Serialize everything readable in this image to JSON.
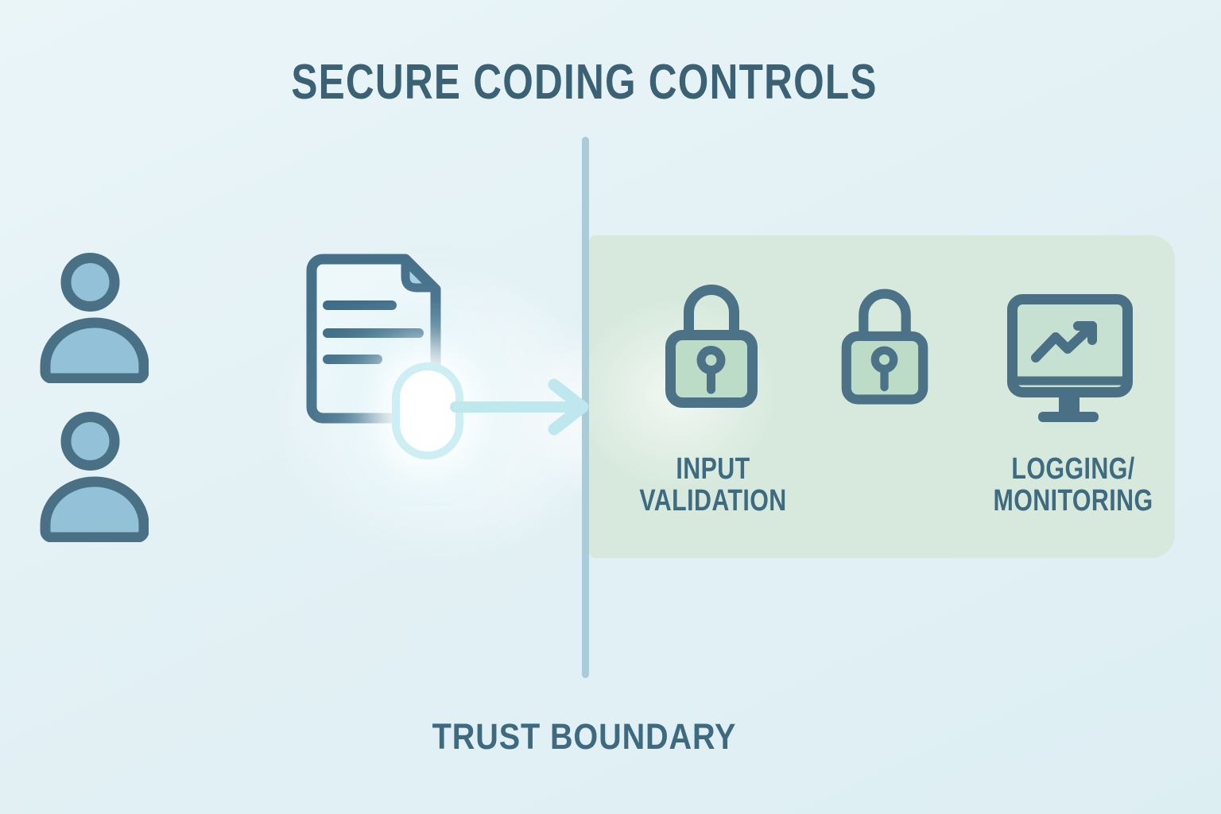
{
  "title": "SECURE CODING CONTROLS",
  "trust_boundary": {
    "label": "TRUST BOUNDARY"
  },
  "zones": {
    "untrusted": {
      "icons": [
        "user-icon",
        "user-icon",
        "document-icon",
        "glow-capsule-icon"
      ]
    },
    "trusted": {
      "controls": [
        {
          "icon": "padlock-icon",
          "label_line1": "INPUT",
          "label_line2": "VALIDATION"
        },
        {
          "icon": "padlock-icon",
          "label_line1": "",
          "label_line2": ""
        },
        {
          "icon": "monitor-chart-icon",
          "label_line1": "LOGGING/",
          "label_line2": "MONITORING"
        }
      ]
    }
  },
  "flow": {
    "icon": "flow-arrow-icon"
  },
  "colors": {
    "background": "#e3f1f5",
    "dark_slate_stroke": "#4a7085",
    "title_text": "#3b6175",
    "label_text": "#3e6b80",
    "person_fill": "#93c1d8",
    "document_fill": "#eef8fa",
    "fold_fill": "#a9d0e1",
    "trusted_zone_fill": "#d7e9dc",
    "lock_fill": "#bcdcc8",
    "monitor_screen_fill": "#c6e1d2",
    "arrow": "#bfe7ee",
    "capsule_border": "#cdeef2",
    "boundary_line": "#accbd8"
  }
}
